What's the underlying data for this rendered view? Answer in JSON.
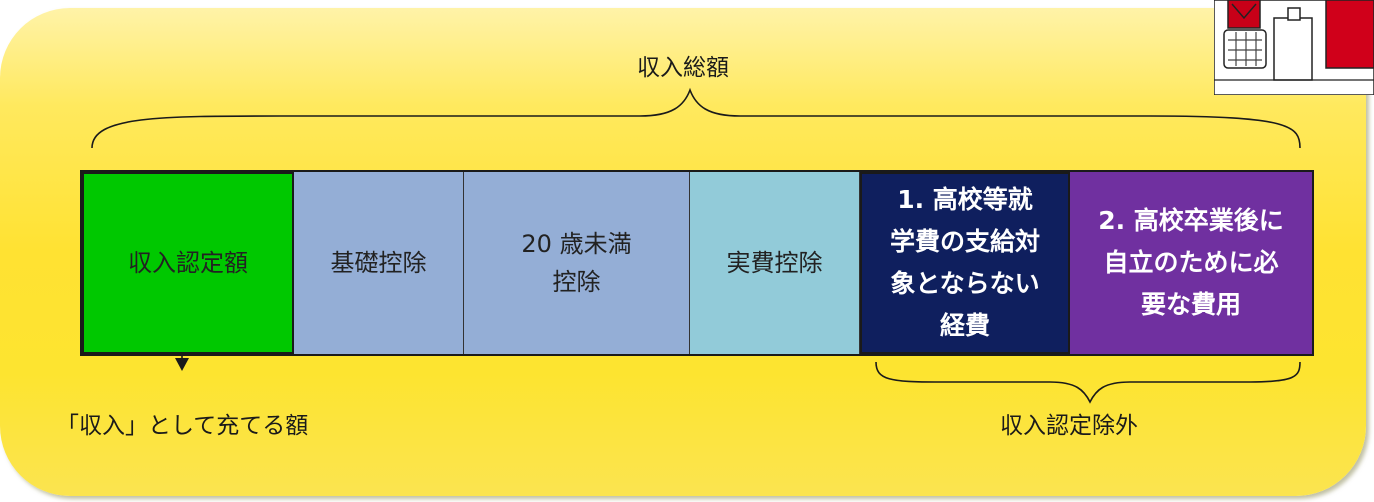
{
  "title_total": "収入総額",
  "boxes": [
    {
      "label": "収入認定額",
      "color": "#00c800"
    },
    {
      "label": "基礎控除",
      "color": "#94aed6"
    },
    {
      "label": "20 歳未満\n控除",
      "color": "#94aed6"
    },
    {
      "label": "実費控除",
      "color": "#92cbd9"
    },
    {
      "label": "1. 高校等就\n学費の支給対\n象とならない\n経費",
      "color": "#0f1f5e"
    },
    {
      "label": "2. 高校卒業後に\n自立のために必\n要な費用",
      "color": "#7030a0"
    }
  ],
  "note_income": "「収入」として充てる額",
  "note_excluded": "収入認定除外",
  "icons": [
    "shopping-illustration-icon"
  ]
}
